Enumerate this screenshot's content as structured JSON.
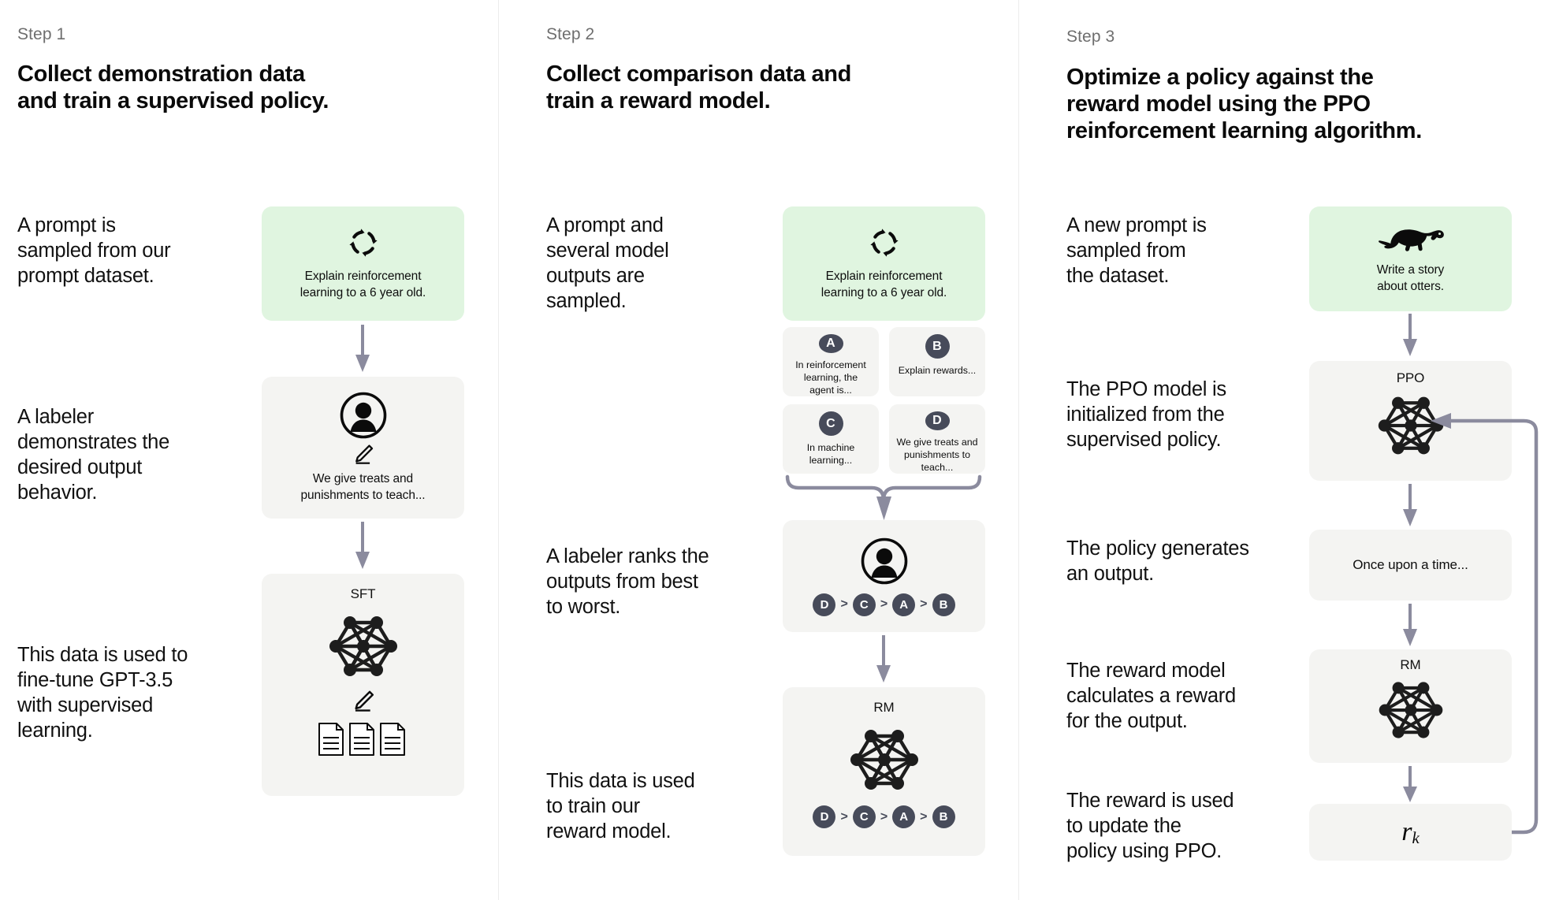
{
  "accent_colors": {
    "prompt_card_green": "#e0f5e0",
    "card_grey": "#f4f4f2",
    "badge_slate": "#474b5a",
    "arrow_purple_grey": "#8b8b9e",
    "divider": "#ececec",
    "step_label_grey": "#6e6e6e"
  },
  "columns": [
    {
      "step_label": "Step 1",
      "title": "Collect demonstration data\nand train a supervised policy.",
      "narratives": [
        "A prompt is\nsampled from our\nprompt dataset.",
        "A labeler\ndemonstrates the\ndesired output\nbehavior.",
        "This data is used to\nfine-tune GPT-3.5\nwith supervised\nlearning."
      ],
      "cards": [
        {
          "kind": "prompt",
          "icon": "refresh-cycle-icon",
          "text": "Explain reinforcement\nlearning to a 6 year old."
        },
        {
          "kind": "labeler",
          "icon": "person-icon",
          "sub_icon": "pencil-icon",
          "text": "We give treats and\npunishments to teach..."
        },
        {
          "kind": "model",
          "title": "SFT",
          "icon": "neural-network-icon",
          "sub_icon": "pencil-icon",
          "extra_icon": "documents-icon"
        }
      ]
    },
    {
      "step_label": "Step 2",
      "title": "Collect comparison data and\ntrain a reward model.",
      "narratives": [
        "A prompt and\nseveral model\noutputs are\nsampled.",
        "A labeler ranks the\noutputs from best\nto worst.",
        "This data is used\nto train our\nreward model."
      ],
      "cards": [
        {
          "kind": "prompt",
          "icon": "refresh-cycle-icon",
          "text": "Explain reinforcement\nlearning to a 6 year old."
        },
        {
          "kind": "labeler",
          "icon": "person-icon",
          "ranking": [
            "D",
            "C",
            "A",
            "B"
          ]
        },
        {
          "kind": "model",
          "title": "RM",
          "icon": "neural-network-icon",
          "ranking": [
            "D",
            "C",
            "A",
            "B"
          ]
        }
      ],
      "options": [
        {
          "letter": "A",
          "text": "In reinforcement\nlearning, the\nagent is..."
        },
        {
          "letter": "B",
          "text": "Explain rewards..."
        },
        {
          "letter": "C",
          "text": "In machine\nlearning..."
        },
        {
          "letter": "D",
          "text": "We give treats and\npunishments to\nteach..."
        }
      ],
      "rank_separator": ">"
    },
    {
      "step_label": "Step 3",
      "title": "Optimize a policy against the\nreward model using the PPO\nreinforcement learning algorithm.",
      "narratives": [
        "A new prompt is\nsampled from\nthe dataset.",
        "The PPO model is\ninitialized from the\nsupervised policy.",
        "The policy generates\nan output.",
        "The reward model\ncalculates a reward\nfor the output.",
        "The reward is used\nto update the\npolicy using PPO."
      ],
      "cards": [
        {
          "kind": "prompt",
          "icon": "otter-icon",
          "text": "Write a story\nabout otters."
        },
        {
          "kind": "model",
          "title": "PPO",
          "icon": "neural-network-icon"
        },
        {
          "kind": "output",
          "text": "Once upon a time..."
        },
        {
          "kind": "model",
          "title": "RM",
          "icon": "neural-network-icon"
        },
        {
          "kind": "reward",
          "formula_base": "r",
          "formula_sub": "k"
        }
      ]
    }
  ]
}
